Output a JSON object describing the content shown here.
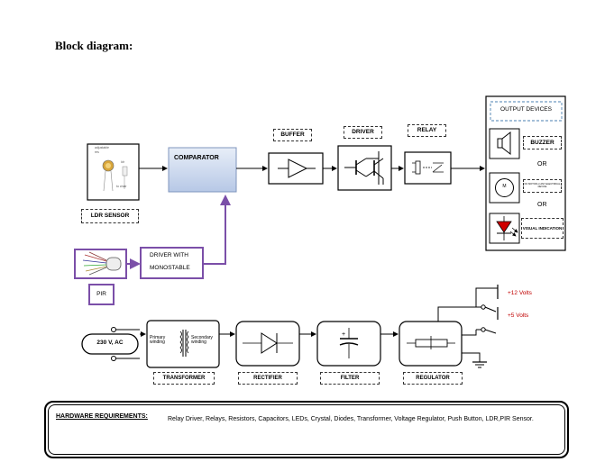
{
  "heading": "Block diagram:",
  "blocks": {
    "ldr_label": "LDR SENSOR",
    "ldr_photo_text_1": "adjustable",
    "ldr_photo_text_2": "res",
    "ldr_photo_text_3": "ldr",
    "ldr_photo_text_4": "to chair",
    "comparator": "COMPARATOR",
    "buffer": "BUFFER",
    "driver": "DRIVER",
    "relay": "RELAY",
    "output_devices": "OUTPUT DEVICES",
    "buzzer": "BUZZER",
    "or_1": "OR",
    "or_2": "OR",
    "motor_symbol": "M",
    "motor_caption": "DC MOTOR or ANY ELECTRICAL DEVICE",
    "visual_indication": "VISUAL INDICATION",
    "driver_mono_line1": "DRIVER WITH",
    "driver_mono_line2": "MONOSTABLE",
    "pir": "PIR"
  },
  "power": {
    "source": "230 V, AC",
    "primary": "Primary winding",
    "secondary": "Secondary winding",
    "transformer": "TRANSFORMER",
    "rectifier": "RECTIFIER",
    "filter": "FILTER",
    "regulator": "REGULATOR",
    "v12": "+12 Volts",
    "v5": "+5 Volts"
  },
  "hardware": {
    "heading": "HARDWARE REQUIREMENTS:",
    "items": "Relay Driver, Relays, Resistors, Capacitors, LEDs, Crystal, Diodes, Transformer, Voltage Regulator, Push Button, LDR,PIR Sensor."
  },
  "colors": {
    "signal_line": "#7b4fa8",
    "comparator_top": "#e8eef8",
    "comparator_bottom": "#b7c8e6",
    "voltage_text": "#c00000",
    "led_red": "#d00000"
  }
}
